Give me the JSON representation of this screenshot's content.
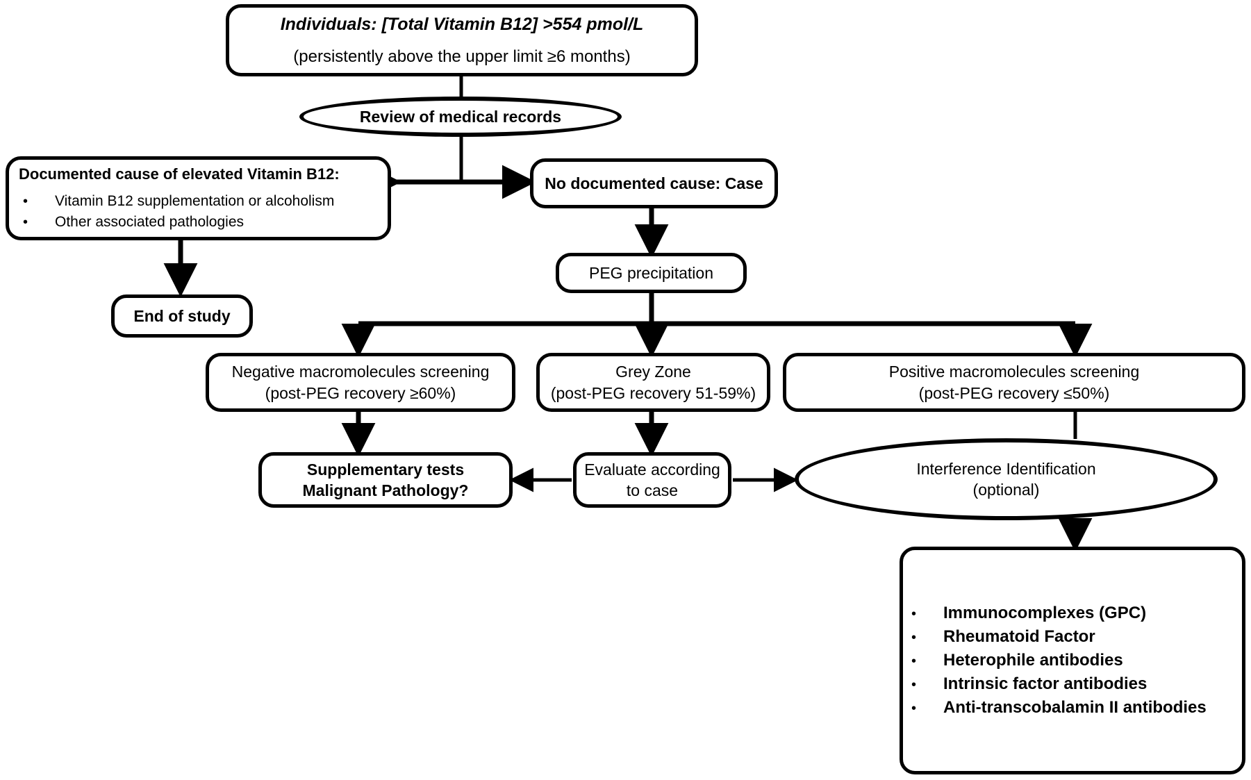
{
  "diagram": {
    "title": "Diagnostic flowchart for elevated total Vitamin B12",
    "stroke_color": "#000000",
    "background_color": "#ffffff",
    "nodes": {
      "individuals": {
        "shape": "rounded-rect",
        "line1": "Individuals: [Total Vitamin B12] >554 pmol/L",
        "line2": "(persistently above the upper limit ≥6 months)"
      },
      "review_records": {
        "shape": "ellipse",
        "label": "Review of medical records"
      },
      "documented_cause": {
        "shape": "rounded-rect",
        "heading": "Documented cause of elevated Vitamin B12:",
        "bullet_glyph": "•",
        "bullets": [
          "Vitamin B12 supplementation or alcoholism",
          "Other associated pathologies"
        ]
      },
      "no_documented_cause": {
        "shape": "rounded-rect",
        "label": "No documented cause: Case"
      },
      "end_of_study": {
        "shape": "rounded-rect",
        "label": "End of study"
      },
      "peg_precipitation": {
        "shape": "rounded-rect",
        "label": "PEG precipitation"
      },
      "negative_screening": {
        "shape": "rounded-rect",
        "line1": "Negative macromolecules screening",
        "line2": "(post-PEG recovery  ≥60%)"
      },
      "grey_zone": {
        "shape": "rounded-rect",
        "line1": "Grey Zone",
        "line2": "(post-PEG recovery 51-59%)"
      },
      "positive_screening": {
        "shape": "rounded-rect",
        "line1": "Positive macromolecules screening",
        "line2": "(post-PEG recovery ≤50%)"
      },
      "supplementary_tests": {
        "shape": "rounded-rect",
        "line1": "Supplementary tests",
        "line2": "Malignant Pathology?"
      },
      "evaluate_case": {
        "shape": "rounded-rect",
        "line1": "Evaluate according",
        "line2": "to case"
      },
      "interference_identification": {
        "shape": "ellipse",
        "line1": "Interference Identification",
        "line2": "(optional)"
      },
      "interference_list": {
        "shape": "rounded-rect",
        "bullet_glyph": "•",
        "bullets": [
          "Immunocomplexes (GPC)",
          "Rheumatoid Factor",
          "Heterophile antibodies",
          "Intrinsic factor antibodies",
          "Anti-transcobalamin II antibodies"
        ]
      }
    },
    "edges": [
      {
        "from": "individuals",
        "to": "review_records",
        "type": "line"
      },
      {
        "from": "review_records",
        "to": "documented_cause",
        "type": "arrow"
      },
      {
        "from": "review_records",
        "to": "no_documented_cause",
        "type": "arrow"
      },
      {
        "from": "documented_cause",
        "to": "end_of_study",
        "type": "arrow"
      },
      {
        "from": "no_documented_cause",
        "to": "peg_precipitation",
        "type": "arrow"
      },
      {
        "from": "peg_precipitation",
        "to": "negative_screening",
        "type": "arrow"
      },
      {
        "from": "peg_precipitation",
        "to": "grey_zone",
        "type": "arrow"
      },
      {
        "from": "peg_precipitation",
        "to": "positive_screening",
        "type": "arrow"
      },
      {
        "from": "negative_screening",
        "to": "supplementary_tests",
        "type": "arrow"
      },
      {
        "from": "grey_zone",
        "to": "evaluate_case",
        "type": "arrow"
      },
      {
        "from": "evaluate_case",
        "to": "supplementary_tests",
        "type": "arrow"
      },
      {
        "from": "evaluate_case",
        "to": "interference_identification",
        "type": "arrow"
      },
      {
        "from": "positive_screening",
        "to": "interference_identification",
        "type": "line"
      },
      {
        "from": "interference_identification",
        "to": "interference_list",
        "type": "arrow"
      }
    ]
  }
}
